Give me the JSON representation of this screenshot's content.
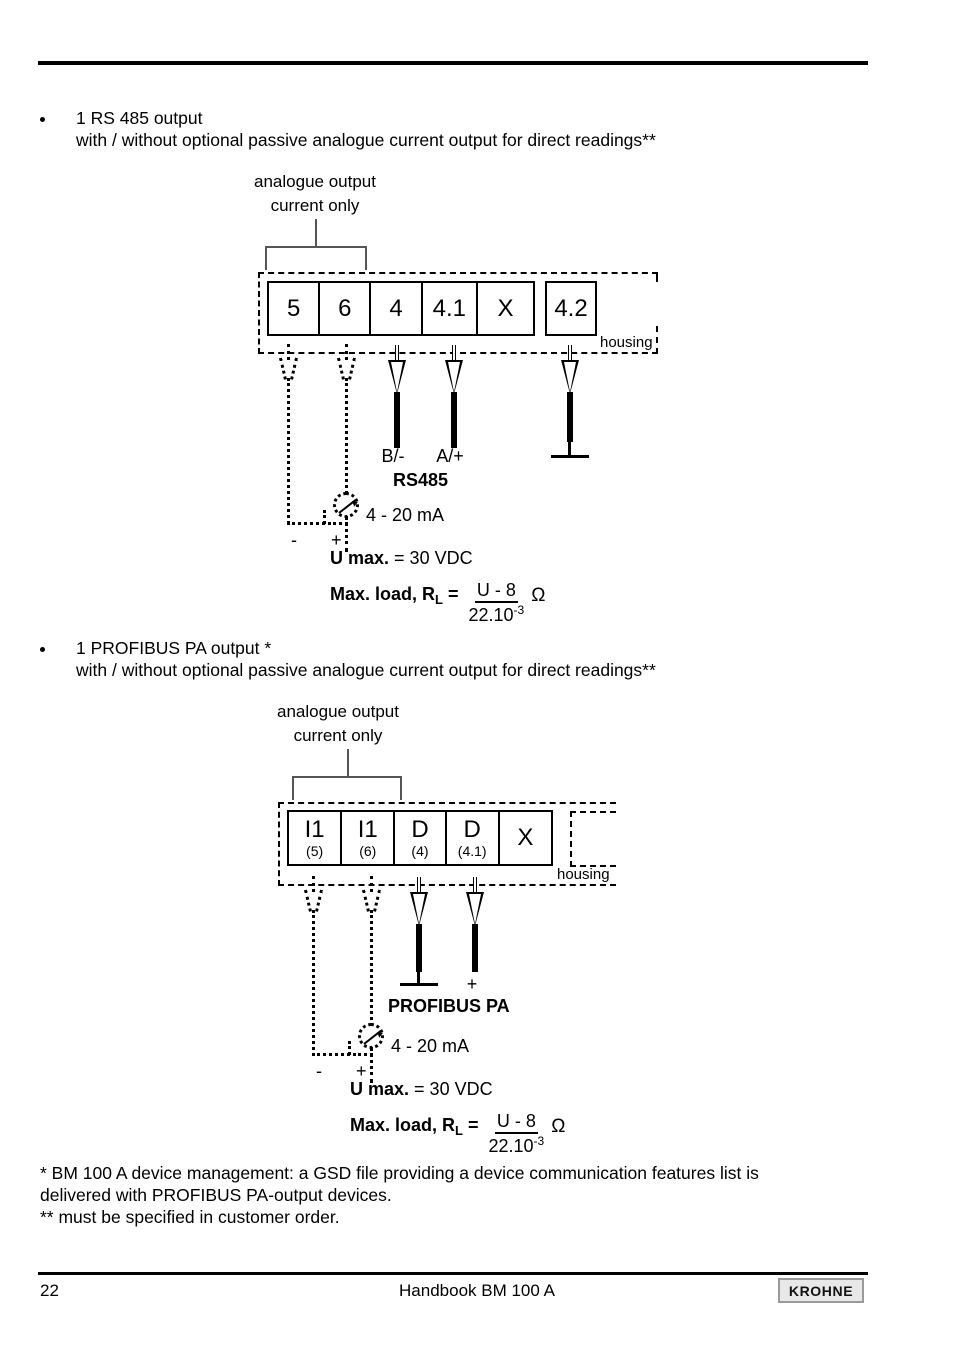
{
  "document": {
    "page_number": "22",
    "footer_title": "Handbook  BM 100 A",
    "logo_text": "KROHNE"
  },
  "sections": [
    {
      "bullet_line1": "1 RS 485 output",
      "bullet_line2": "with / without optional passive analogue current output for direct readings**",
      "caption_line1": "analogue output",
      "caption_line2": "current only",
      "housing_label": "housing",
      "terminals": [
        {
          "main": "5",
          "sub": ""
        },
        {
          "main": "6",
          "sub": ""
        },
        {
          "main": "4",
          "sub": ""
        },
        {
          "main": "4.1",
          "sub": ""
        },
        {
          "main": "X",
          "sub": ""
        }
      ],
      "extra_terminal": {
        "main": "4.2",
        "sub": ""
      },
      "wire_labels": [
        "B/-",
        "A/+"
      ],
      "bus_name": "RS485",
      "ground_symbol": "ground-symbol",
      "current_label": "4 - 20 mA",
      "minus_sign": "-",
      "plus_sign": "+",
      "umax_bold": "U max.",
      "umax_value": "= 30 VDC",
      "load_bold": "Max. load, R",
      "load_sub": "L",
      "load_eq": "=",
      "load_numerator": "U - 8",
      "load_denominator": "22.10",
      "load_exponent": "-3",
      "load_unit": "Ω"
    },
    {
      "bullet_line1": "1 PROFIBUS PA output *",
      "bullet_line2": "with / without optional passive analogue current output for direct readings**",
      "caption_line1": "analogue output",
      "caption_line2": "current only",
      "housing_label": "housing",
      "terminals": [
        {
          "main": "I1",
          "sub": "(5)"
        },
        {
          "main": "I1",
          "sub": "(6)"
        },
        {
          "main": "D",
          "sub": "(4)"
        },
        {
          "main": "D",
          "sub": "(4.1)"
        },
        {
          "main": "X",
          "sub": ""
        }
      ],
      "extra_terminal": null,
      "wire_labels": [
        "ground-symbol",
        "+"
      ],
      "bus_name": "PROFIBUS PA",
      "current_label": "4 - 20 mA",
      "minus_sign": "-",
      "plus_sign": "+",
      "umax_bold": "U max.",
      "umax_value": "= 30 VDC",
      "load_bold": "Max. load, R",
      "load_sub": "L",
      "load_eq": "=",
      "load_numerator": "U - 8",
      "load_denominator": "22.10",
      "load_exponent": "-3",
      "load_unit": "Ω"
    }
  ],
  "footnotes": [
    "*   BM 100 A device management: a GSD file providing a device communication features list is",
    "     delivered with PROFIBUS PA-output devices.",
    "** must be specified in customer order."
  ]
}
